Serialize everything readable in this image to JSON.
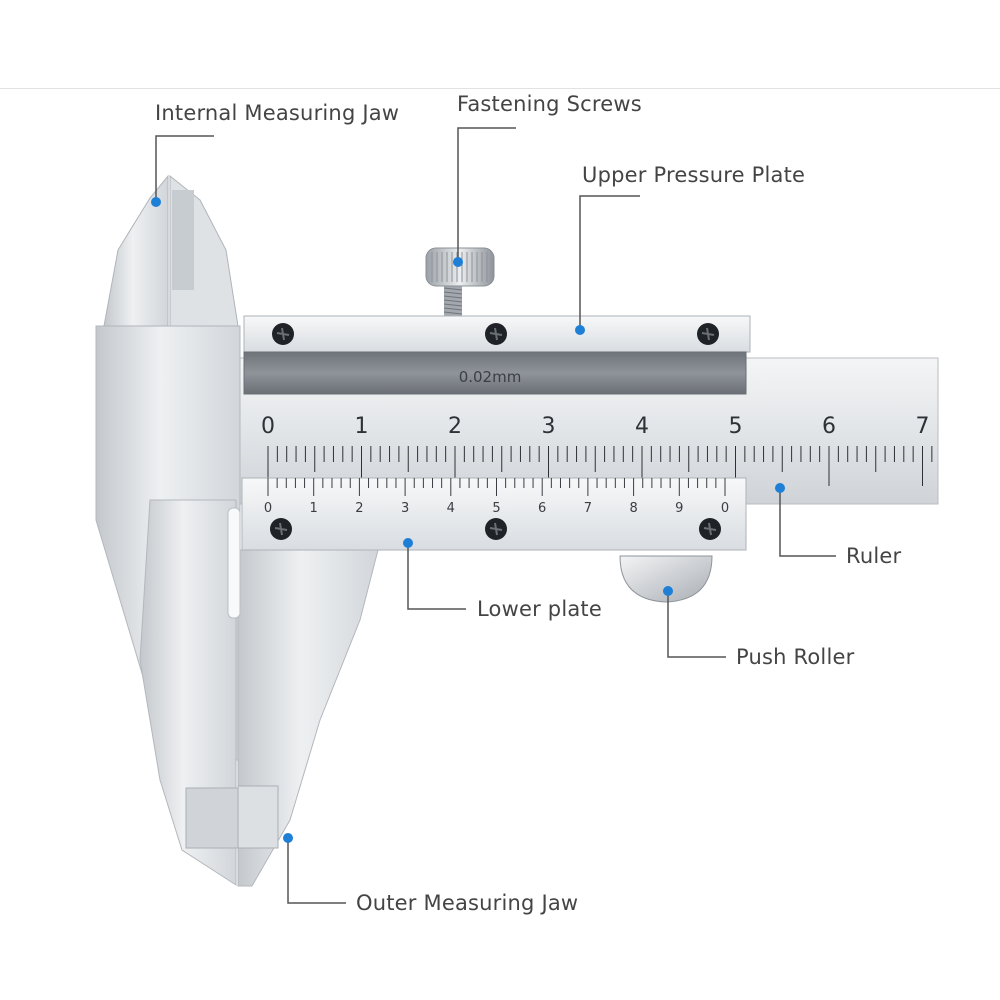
{
  "labels": {
    "internal_jaw": "Internal Measuring Jaw",
    "fastening_screws": "Fastening Screws",
    "upper_plate": "Upper Pressure Plate",
    "ruler": "Ruler",
    "lower_plate": "Lower plate",
    "push_roller": "Push Roller",
    "outer_jaw": "Outer Measuring Jaw"
  },
  "resolution": "0.02mm",
  "main_scale_numbers": [
    "0",
    "1",
    "2",
    "3",
    "4",
    "5",
    "6",
    "7"
  ],
  "vernier_scale_numbers": [
    "0",
    "1",
    "2",
    "3",
    "4",
    "5",
    "6",
    "7",
    "8",
    "9",
    "0"
  ],
  "colors": {
    "marker": "#1e7fd6",
    "leader": "#555555",
    "steel_light": "#eef0f2",
    "steel_mid": "#c9ced3",
    "steel_dark": "#7d8288",
    "text": "#444444"
  }
}
